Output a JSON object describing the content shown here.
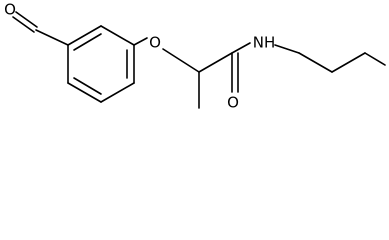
{
  "molecule": {
    "atoms": {
      "aldehyde_oxygen": "O",
      "ether_oxygen": "O",
      "amide_nitrogen": "NH",
      "carbonyl_oxygen": "O"
    },
    "colors": {
      "bond": "#000000",
      "label": "#000000",
      "background": "#ffffff"
    }
  }
}
